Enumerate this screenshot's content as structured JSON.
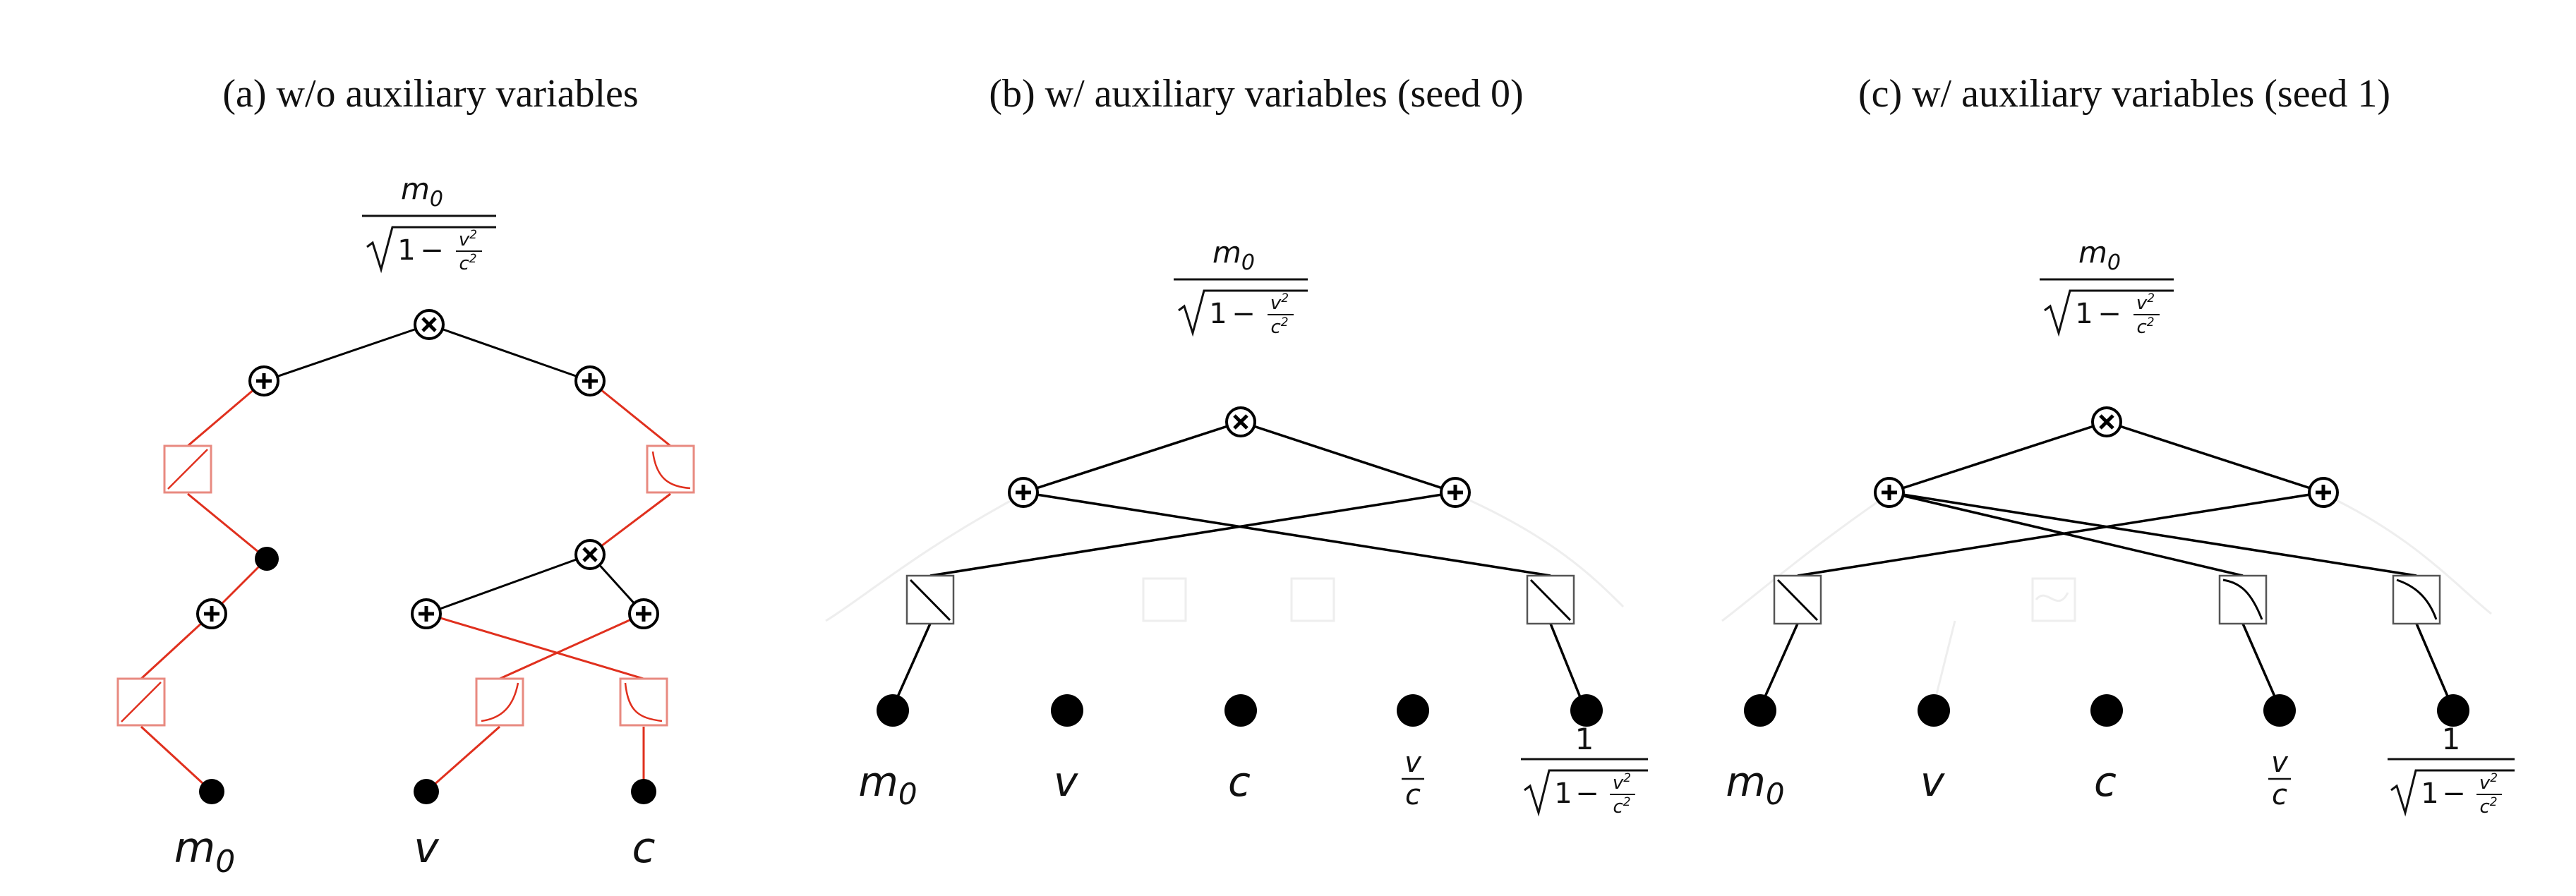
{
  "titles": {
    "a": "(a) w/o auxiliary variables",
    "b": "(b) w/ auxiliary variables (seed 0)",
    "c": "(c) w/ auxiliary variables (seed 1)"
  },
  "formula": {
    "numerator": "m",
    "numerator_sub": "0",
    "one": "1",
    "minus": "−",
    "v": "v",
    "c": "c",
    "sq": "2"
  },
  "inputs": {
    "a": [
      {
        "base": "m",
        "sub": "0"
      },
      {
        "base": "v"
      },
      {
        "base": "c"
      }
    ],
    "b": [
      {
        "base": "m",
        "sub": "0"
      },
      {
        "base": "v"
      },
      {
        "base": "c"
      },
      {
        "frac_num": "v",
        "frac_den": "c"
      },
      {
        "formula": "reciprocal",
        "num": "1"
      }
    ],
    "c": [
      {
        "base": "m",
        "sub": "0"
      },
      {
        "base": "v"
      },
      {
        "base": "c"
      },
      {
        "frac_num": "v",
        "frac_den": "c"
      },
      {
        "formula": "reciprocal",
        "num": "1"
      }
    ]
  },
  "colors": {
    "edge_active": "#000000",
    "edge_pruned": "#e0301e",
    "box_pruned": "#e88a80",
    "box_active": "#555555",
    "faint": "#eeeeee",
    "node_fill": "#000000"
  }
}
